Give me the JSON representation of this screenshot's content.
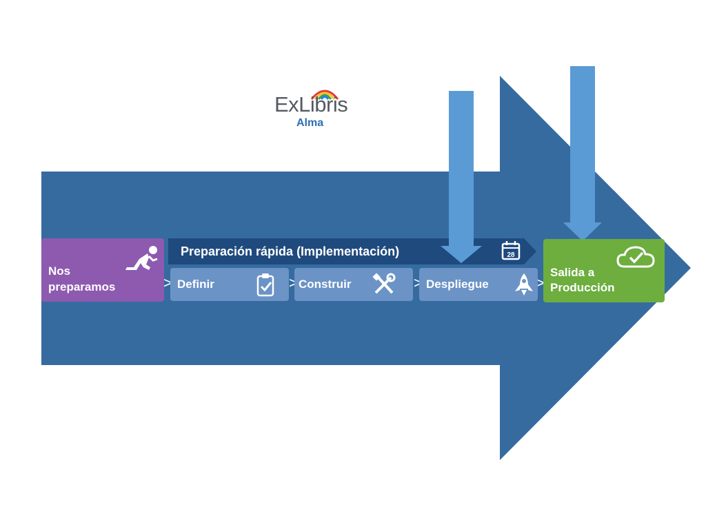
{
  "logo": {
    "brand": "ExLibris",
    "product": "Alma"
  },
  "phases": {
    "prepare": {
      "label_line1": "Nos",
      "label_line2": "preparamos",
      "icon": "crawling-person-icon"
    },
    "quick_prep_banner": {
      "label": "Preparación rápida (Implementación)",
      "icon": "calendar-icon",
      "calendar_day": "28"
    },
    "steps": [
      {
        "label": "Definir",
        "icon": "clipboard-check-icon"
      },
      {
        "label": "Construir",
        "icon": "tools-icon"
      },
      {
        "label": "Despliegue",
        "icon": "rocket-icon"
      }
    ],
    "go_live": {
      "label_line1": "Salida a",
      "label_line2": "Producción",
      "icon": "cloud-check-icon"
    },
    "separator": ">"
  },
  "colors": {
    "main_arrow": "#366ba0",
    "banner": "#1f4a7e",
    "step": "#6b93c6",
    "prepare": "#8e5ab0",
    "go_live": "#6dae3f",
    "pointer_arrow": "#5b9bd5"
  }
}
